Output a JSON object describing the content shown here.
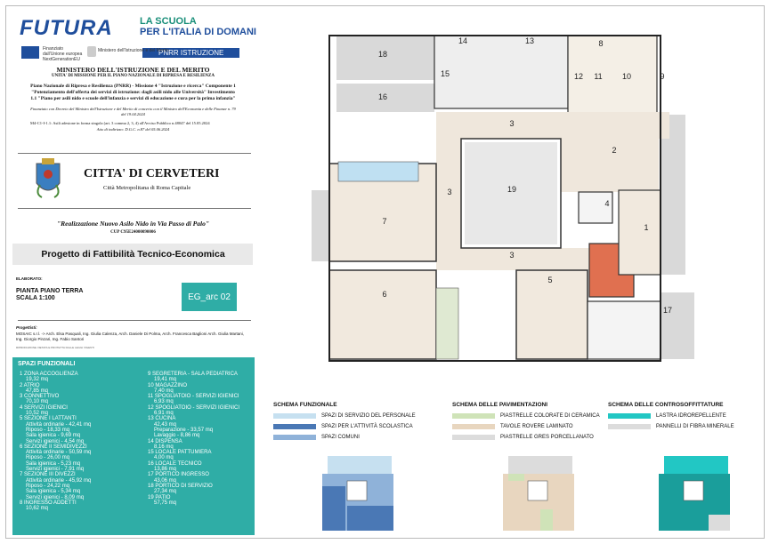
{
  "header": {
    "futura": "FUTURA",
    "scuola_line1": "LA SCUOLA",
    "scuola_line2": "PER L'ITALIA DI DOMANI",
    "pnrr_badge": "PNRR ISTRUZIONE",
    "eu_text": "Finanziato dall'Unione europea NextGenerationEU",
    "it_text": "Ministero dell'Istruzione e del Merito"
  },
  "ministry": {
    "title": "MINISTERO DELL'ISTRUZIONE E DEL MERITO",
    "subtitle": "UNITA' DI MISSIONE PER IL PIANO NAZIONALE DI RIPRESA E RESILIENZA",
    "program": "Piano Nazionale di Ripresa e Resilienza (PNRR) - Missione 4 \"Istruzione e ricerca\" Componente 1 \"Potenziamento dell'offerta dei servizi di istruzione: dagli asili nido alle Università\" Investimento 1.1 \"Piano per asili nido e scuole dell'infanzia e servizi di educazione e cura per la prima infanzia\"",
    "funding": "Finanziato con Decreto del Ministro dell'Istruzione e del Merito di concerto con il Ministro dell'Economia e delle Finanze n. 79 del 19.04.2024",
    "code": "M4-C1-I-1.1: Asili adesione in forma singola (art. 3 comma 2, 3, 4) all'Avviso Pubblico n.48047 del 15.05.2024",
    "act": "Atto di indirizzo: D.G.C. n.87 del 05.06.2024"
  },
  "city": {
    "name": "CITTA' DI CERVETERI",
    "metro": "Città Metropolitana di Roma Capitale"
  },
  "project": {
    "quote": "\"Realizzazione Nuovo Asilo Nido in Via Passo di Palo\"",
    "cup": "CUP C95E24000090006",
    "phase": "Progetto di Fattibilità Tecnico-Economica",
    "elab_label": "ELABORATO:",
    "drawing": "PIANTA PIANO TERRA",
    "scale": "SCALA 1:100",
    "code": "EG_arc 02",
    "prog_label": "Progettisti:",
    "designers": "MOSAIC s.r.l. -> Arch. Elsa Pasquali, Ing. Giulia Calenza, Arch. Daniele Di Polma, Arch. Francesca Baglioni Arch. Giulia Martani, Ing. Giorgio Pinzari, Ing. Fabio Santori",
    "fine": "RIPRODUZIONE VIETATA E PROTETTA DALLE LEGGI VIGENTI"
  },
  "spazi": {
    "title": "SPAZI FUNZIONALI",
    "col1": [
      {
        "t": "1  ZONA ACCOGLIENZA",
        "s": false
      },
      {
        "t": "19,32 mq",
        "s": true
      },
      {
        "t": "2  ATRIO",
        "s": false
      },
      {
        "t": "47,85 mq",
        "s": true
      },
      {
        "t": "3  CONNETTIVO",
        "s": false
      },
      {
        "t": "70,10 mq",
        "s": true
      },
      {
        "t": "4  SERVIZI IGIENICI",
        "s": false
      },
      {
        "t": "10,52 mq",
        "s": true
      },
      {
        "t": "5  SEZIONE I LATTANTI",
        "s": false
      },
      {
        "t": "Attività ordinarie - 42,41 mq",
        "s": true
      },
      {
        "t": "Riposo - 18,33 mq",
        "s": true
      },
      {
        "t": "Sala igienica - 9,69 mq",
        "s": true
      },
      {
        "t": "Servizi igienici - 4,54 mq",
        "s": true
      },
      {
        "t": "6  SEZIONE II SEMIDIVEZZI",
        "s": false
      },
      {
        "t": "Attività ordinarie - 50,59 mq",
        "s": true
      },
      {
        "t": "Riposo - 26,00 mq",
        "s": true
      },
      {
        "t": "Sala igienica - 5,23 mq",
        "s": true
      },
      {
        "t": "Servizi igienici - 7,91 mq",
        "s": true
      },
      {
        "t": "7  SEZIONE III DIVEZZI",
        "s": false
      },
      {
        "t": "Attività ordinarie - 45,92 mq",
        "s": true
      },
      {
        "t": "Riposo - 24,22 mq",
        "s": true
      },
      {
        "t": "Sala igienica - 5,34 mq",
        "s": true
      },
      {
        "t": "Servizi igienici - 8,09 mq",
        "s": true
      },
      {
        "t": "8  INGRESSO ADDETTI",
        "s": false
      },
      {
        "t": "10,62 mq",
        "s": true
      }
    ],
    "col2": [
      {
        "t": "9  SEGRETERIA - SALA PEDIATRICA",
        "s": false
      },
      {
        "t": "19,41 mq",
        "s": true
      },
      {
        "t": "10 MAGAZZINO",
        "s": false
      },
      {
        "t": "7,40 mq",
        "s": true
      },
      {
        "t": "11 SPOGLIATOIO - SERVIZI IGIENICI",
        "s": false
      },
      {
        "t": "6,93 mq",
        "s": true
      },
      {
        "t": "12 SPOGLIATOIO - SERVIZI IGIENICI",
        "s": false
      },
      {
        "t": "6,91 mq",
        "s": true
      },
      {
        "t": "13 CUCINA",
        "s": false
      },
      {
        "t": "42,43 mq",
        "s": true
      },
      {
        "t": "Preparazione - 33,57 mq",
        "s": true
      },
      {
        "t": "Lavaggio - 8,86 mq",
        "s": true
      },
      {
        "t": "14 DISPENSA",
        "s": false
      },
      {
        "t": "8,16 mq",
        "s": true
      },
      {
        "t": "15 LOCALE PATTUMIERA",
        "s": false
      },
      {
        "t": "4,00 mq",
        "s": true
      },
      {
        "t": "16 LOCALE TECNICO",
        "s": false
      },
      {
        "t": "13,86 mq",
        "s": true
      },
      {
        "t": "17 PORTICO INGRESSO",
        "s": false
      },
      {
        "t": "43,06 mq",
        "s": true
      },
      {
        "t": "18 PORTICO DI SERVIZIO",
        "s": false
      },
      {
        "t": "27,34 mq",
        "s": true
      },
      {
        "t": "19 PATIO",
        "s": false
      },
      {
        "t": "57,75 mq",
        "s": true
      }
    ]
  },
  "plan_labels": [
    "18",
    "14",
    "13",
    "8",
    "15",
    "12",
    "11",
    "10",
    "9",
    "16",
    "3",
    "2",
    "19",
    "3",
    "4",
    "1",
    "7",
    "3",
    "6",
    "5",
    "17"
  ],
  "legend": {
    "funzionale": {
      "title": "SCHEMA FUNZIONALE",
      "items": [
        {
          "label": "SPAZI DI SERVIZIO DEL PERSONALE",
          "color": "#c6e0f0"
        },
        {
          "label": "SPAZI PER L'ATTIVITÀ SCOLASTICA",
          "color": "#4a78b5"
        },
        {
          "label": "SPAZI COMUNI",
          "color": "#8fb2d9"
        }
      ]
    },
    "pavimentazioni": {
      "title": "SCHEMA DELLE PAVIMENTAZIONI",
      "items": [
        {
          "label": "PIASTRELLE COLORATE DI CERAMICA",
          "color": "#cfe3b8"
        },
        {
          "label": "TAVOLE ROVERE LAMINATO",
          "color": "#e8d6bf"
        },
        {
          "label": "PIASTRELLE GRES PORCELLANATO",
          "color": "#dcdcdc"
        }
      ]
    },
    "controsoffittature": {
      "title": "SCHEMA DELLE CONTROSOFFITTATURE",
      "items": [
        {
          "label": "LASTRA IDROREPELLENTE",
          "color": "#22c7c4"
        },
        {
          "label": "PANNELLI DI FIBRA MINERALE",
          "color": "#dcdcdc"
        }
      ]
    }
  }
}
